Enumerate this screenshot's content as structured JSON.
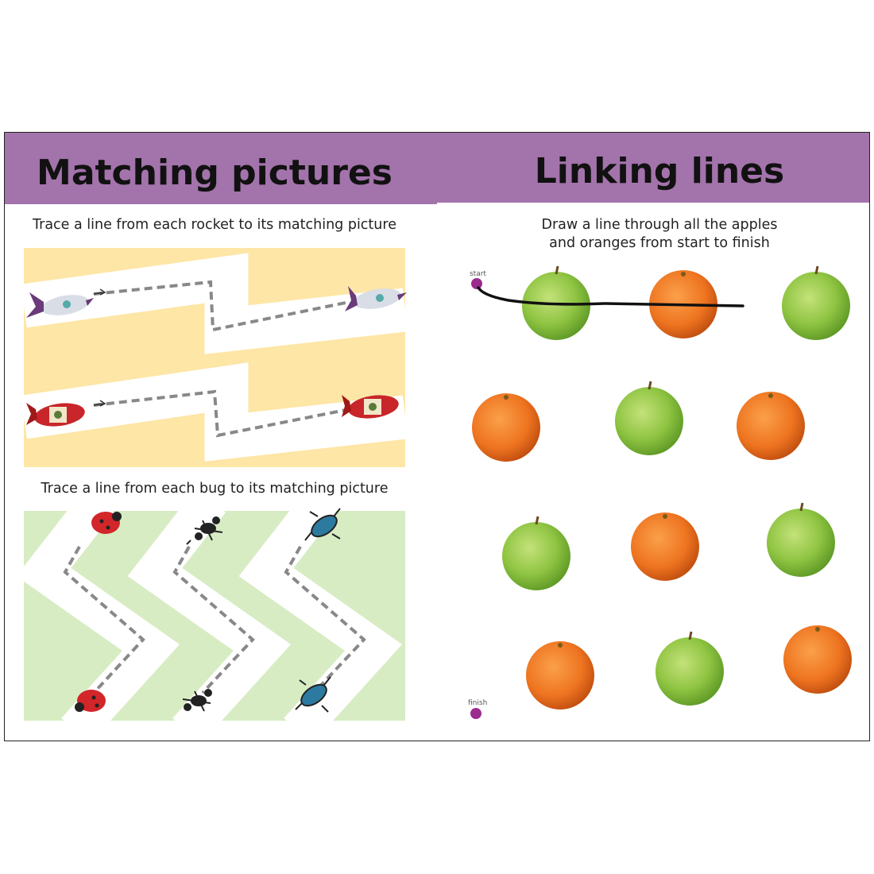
{
  "left_page": {
    "title": "Matching pictures",
    "rocket_instruction": "Trace a line from each rocket to its matching picture",
    "bug_instruction": "Trace a line from each bug to its matching picture"
  },
  "right_page": {
    "title": "Linking lines",
    "instruction_line1": "Draw a line through all the apples",
    "instruction_line2": "and oranges from start to finish",
    "start_label": "start",
    "finish_label": "finish"
  },
  "colors": {
    "header": "#a373ab",
    "rocket_panel": "#fde6a6",
    "bug_panel": "#d7ecc3",
    "dot": "#9b2b8f"
  }
}
